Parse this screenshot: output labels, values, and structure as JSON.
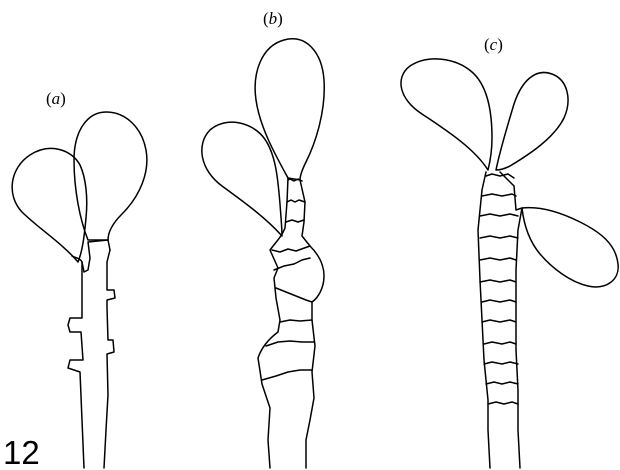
{
  "figure": {
    "number": "12",
    "panels": [
      {
        "id": "a",
        "open": "(",
        "letter": "a",
        "close": ")"
      },
      {
        "id": "b",
        "open": "(",
        "letter": "b",
        "close": ")"
      },
      {
        "id": "c",
        "open": "(",
        "letter": "c",
        "close": ")"
      }
    ]
  }
}
